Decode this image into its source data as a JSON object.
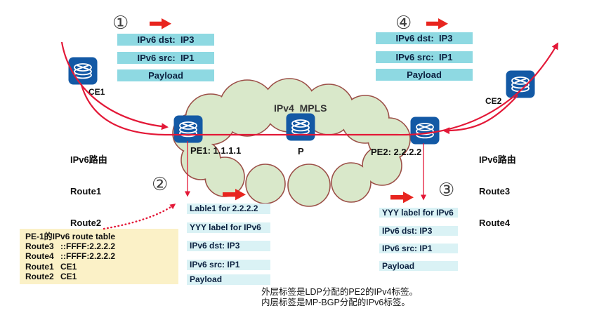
{
  "diagram": {
    "badges": {
      "step1": "①",
      "step2": "②",
      "step3": "③",
      "step4": "④"
    },
    "cloud": {
      "label": "IPv4  MPLS"
    },
    "nodes": {
      "ce1": "CE1",
      "pe1": "PE1: 1.1.1.1",
      "p": "P",
      "pe2": "PE2: 2.2.2.2",
      "ce2": "CE2"
    },
    "left_routes": {
      "title": "IPv6路由",
      "r1": "Route1",
      "r2": "Route2"
    },
    "right_routes": {
      "title": "IPv6路由",
      "r1": "Route3",
      "r2": "Route4"
    },
    "packets": {
      "top_left": {
        "f1": "IPv6 dst:  IP3",
        "f2": "IPv6 src:  IP1",
        "f3": "Payload"
      },
      "top_right": {
        "f1": "IPv6 dst:  IP3",
        "f2": "IPv6 src:  IP1",
        "f3": "Payload"
      },
      "mid": {
        "f1": "Lable1 for 2.2.2.2",
        "f2": "YYY label for IPv6",
        "f3": "IPv6 dst: IP3",
        "f4": "IPv6 src: IP1",
        "f5": "Payload"
      },
      "right": {
        "f1": "YYY label for IPv6",
        "f2": "IPv6 dst: IP3",
        "f3": "IPv6 src: IP1",
        "f4": "Payload"
      }
    },
    "route_table": {
      "title": "PE-1的IPv6 route table",
      "rows": [
        [
          "Route3",
          "::FFFF:2.2.2.2"
        ],
        [
          "Route4",
          "::FFFF:2.2.2.2"
        ],
        [
          "Route1",
          "CE1"
        ],
        [
          "Route2",
          "CE1"
        ]
      ]
    },
    "caption": {
      "line1": "外层标签是LDP分配的PE2的IPv4标签。",
      "line2": "内层标签是MP-BGP分配的IPv6标签。"
    },
    "colors": {
      "accent_red": "#e31837",
      "block_arrow_red": "#e8251f",
      "icon_blue": "#1359a5",
      "cloud_fill": "#d9e8ca",
      "cloud_stroke": "#9c5048",
      "cyan_strong": "#8ed9e2",
      "cyan_light": "#daf2f5",
      "orange": "#f6a351",
      "peach_light": "#fdeeda",
      "peach": "#fbd3a1",
      "table_yellow": "#fbf1c7"
    }
  }
}
